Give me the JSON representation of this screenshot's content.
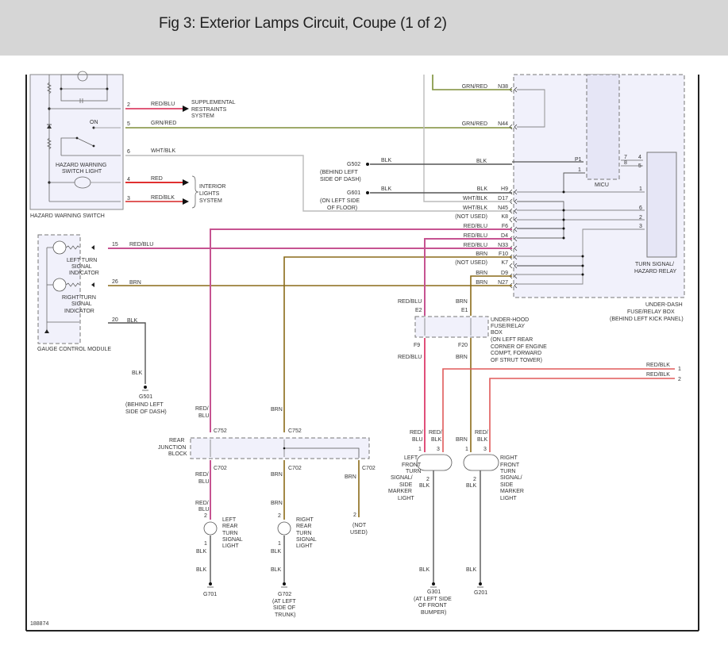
{
  "header": {
    "title": "Fig 3: Exterior Lamps Circuit, Coupe (1 of 2)"
  },
  "diagram_id": "188874",
  "colors": {
    "red_blu": "#e0507a",
    "red_blu_core": "#7a5cd6",
    "grn_red": "#5a9a2a",
    "grn_red_core": "#e07060",
    "wht_blk": "#b4b4b4",
    "red": "#e03030",
    "red_blk": "#e05a5a",
    "brn": "#8a6a18",
    "blk": "#555555",
    "component_fill": "#f1f1fb",
    "dash": "#777777"
  },
  "components": {
    "hazard_switch": {
      "label": "HAZARD WARNING SWITCH",
      "light_label": [
        "HAZARD WARNING",
        "SWITCH LIGHT"
      ],
      "on_label": "ON",
      "pins": [
        {
          "pin": "2",
          "wire": "RED/BLU",
          "dest": [
            "SUPPLEMENTAL",
            "RESTRAINTS",
            "SYSTEM"
          ]
        },
        {
          "pin": "5",
          "wire": "GRN/RED"
        },
        {
          "pin": "6",
          "wire": "WHT/BLK"
        },
        {
          "pin": "4",
          "wire": "RED"
        },
        {
          "pin": "3",
          "wire": "RED/BLK"
        }
      ],
      "interior_dest": [
        "INTERIOR",
        "LIGHTS",
        "SYSTEM"
      ]
    },
    "gauge_module": {
      "label": "GAUGE CONTROL MODULE",
      "left_indicator": [
        "LEFT TURN",
        "SIGNAL",
        "INDICATOR"
      ],
      "right_indicator": [
        "RIGHT TURN",
        "SIGNAL",
        "INDICATOR"
      ],
      "pins": [
        {
          "pin": "15",
          "wire": "RED/BLU"
        },
        {
          "pin": "26",
          "wire": "BRN"
        },
        {
          "pin": "20",
          "wire": "BLK"
        }
      ]
    },
    "fuse_box": {
      "label": [
        "UNDER-DASH",
        "FUSE/RELAY BOX",
        "(BEHIND LEFT KICK PANEL)"
      ],
      "pins": [
        {
          "pin": "N38",
          "wire": "GRN/RED"
        },
        {
          "pin": "N44",
          "wire": "GRN/RED"
        },
        {
          "pin": "P1",
          "wire": "BLK"
        },
        {
          "pin": "H9",
          "wire": "BLK"
        },
        {
          "pin": "D17",
          "wire": "WHT/BLK"
        },
        {
          "pin": "N45",
          "wire": "WHT/BLK"
        },
        {
          "pin": "K8",
          "wire": "(NOT USED)"
        },
        {
          "pin": "F6",
          "wire": "RED/BLU"
        },
        {
          "pin": "D4",
          "wire": "RED/BLU"
        },
        {
          "pin": "N33",
          "wire": "RED/BLU"
        },
        {
          "pin": "F10",
          "wire": "BRN"
        },
        {
          "pin": "K7",
          "wire": "(NOT USED)"
        },
        {
          "pin": "D9",
          "wire": "BRN"
        },
        {
          "pin": "N27",
          "wire": "BRN"
        }
      ],
      "micu_label": "MICU",
      "micu_pin": "1",
      "relay_label": [
        "TURN SIGNAL/",
        "HAZARD RELAY"
      ],
      "relay_pins": [
        "4",
        "5",
        "1",
        "6",
        "2",
        "3"
      ],
      "micu_relay_pins": [
        "7",
        "8"
      ]
    },
    "underhood_box": {
      "label": [
        "UNDER-HOOD",
        "FUSE/RELAY",
        "BOX",
        "(ON LEFT REAR",
        "CORNER OF ENGINE",
        "COMPT, FORWARD",
        "OF STRUT TOWER)"
      ],
      "pins_top": [
        {
          "pin": "E2",
          "wire": "RED/BLU"
        },
        {
          "pin": "E1",
          "wire": "BRN"
        }
      ],
      "pins_bottom": [
        {
          "pin": "F9",
          "wire": "RED/BLU"
        },
        {
          "pin": "F20",
          "wire": "BRN"
        }
      ]
    },
    "rear_junction": {
      "label": [
        "REAR",
        "JUNCTION",
        "BLOCK"
      ],
      "connectors_top": [
        "C752",
        "C752"
      ],
      "connectors_bottom": [
        "C702",
        "C702",
        "C702"
      ]
    },
    "lights": {
      "left_rear": {
        "label": [
          "LEFT",
          "REAR",
          "TURN",
          "SIGNAL",
          "LIGHT"
        ],
        "pin_in": "2",
        "pin_out": "1"
      },
      "right_rear": {
        "label": [
          "RIGHT",
          "REAR",
          "TURN",
          "SIGNAL",
          "LIGHT"
        ],
        "pin_in": "2",
        "pin_out": "1"
      },
      "not_used": {
        "label": [
          "(NOT",
          "USED)"
        ],
        "pin": "2"
      },
      "left_front": {
        "label": [
          "LEFT",
          "FRONT",
          "TURN",
          "SIGNAL/",
          "SIDE",
          "MARKER",
          "LIGHT"
        ],
        "pins": [
          "1",
          "3",
          "2"
        ]
      },
      "right_front": {
        "label": [
          "RIGHT",
          "FRONT",
          "TURN",
          "SIGNAL/",
          "SIDE",
          "MARKER",
          "LIGHT"
        ],
        "pins": [
          "1",
          "3",
          "2"
        ]
      }
    },
    "grounds": {
      "G502": {
        "id": "G502",
        "loc": [
          "(BEHIND LEFT",
          "SIDE OF DASH)"
        ]
      },
      "G601": {
        "id": "G601",
        "loc": [
          "(ON LEFT SIDE",
          "OF FLOOR)"
        ]
      },
      "G501": {
        "id": "G501",
        "loc": [
          "(BEHIND LEFT",
          "SIDE OF DASH)"
        ]
      },
      "G701": {
        "id": "G701",
        "loc": []
      },
      "G702": {
        "id": "G702",
        "loc": [
          "(AT LEFT",
          "SIDE OF",
          "TRUNK)"
        ]
      },
      "G301": {
        "id": "G301",
        "loc": [
          "(AT LEFT SIDE",
          "OF FRONT",
          "BUMPER)"
        ]
      },
      "G201": {
        "id": "G201",
        "loc": []
      }
    },
    "offpage": [
      {
        "num": "1",
        "wire": "RED/BLK"
      },
      {
        "num": "2",
        "wire": "RED/BLK"
      }
    ]
  },
  "wire_labels": {
    "blk": "BLK",
    "brn": "BRN",
    "red_blu": "RED/BLU",
    "red_blu_split": [
      "RED/",
      "BLU"
    ],
    "red_blk_split": [
      "RED/",
      "BLK"
    ]
  }
}
